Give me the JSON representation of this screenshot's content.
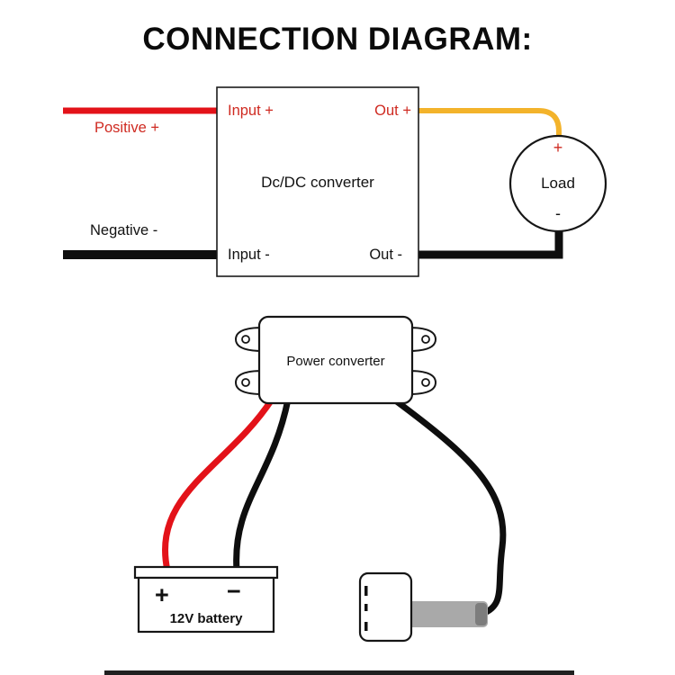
{
  "title": "CONNECTION DIAGRAM:",
  "top": {
    "converter_label": "Dc/DC converter",
    "input_plus": "Input +",
    "out_plus": "Out +",
    "input_minus": "Input -",
    "out_minus": "Out -",
    "positive_label": "Positive +",
    "negative_label": "Negative -",
    "load_label": "Load",
    "load_plus": "+",
    "load_minus": "-"
  },
  "bottom": {
    "converter_label": "Power converter",
    "battery_label": "12V battery",
    "battery_plus": "+",
    "battery_minus": "−"
  },
  "colors": {
    "wire_red": "#e31219",
    "wire_yellow": "#f3b32b",
    "wire_black": "#0e0e0e",
    "text_red": "#cf2a21",
    "plug_gray": "#a9a9a9"
  }
}
